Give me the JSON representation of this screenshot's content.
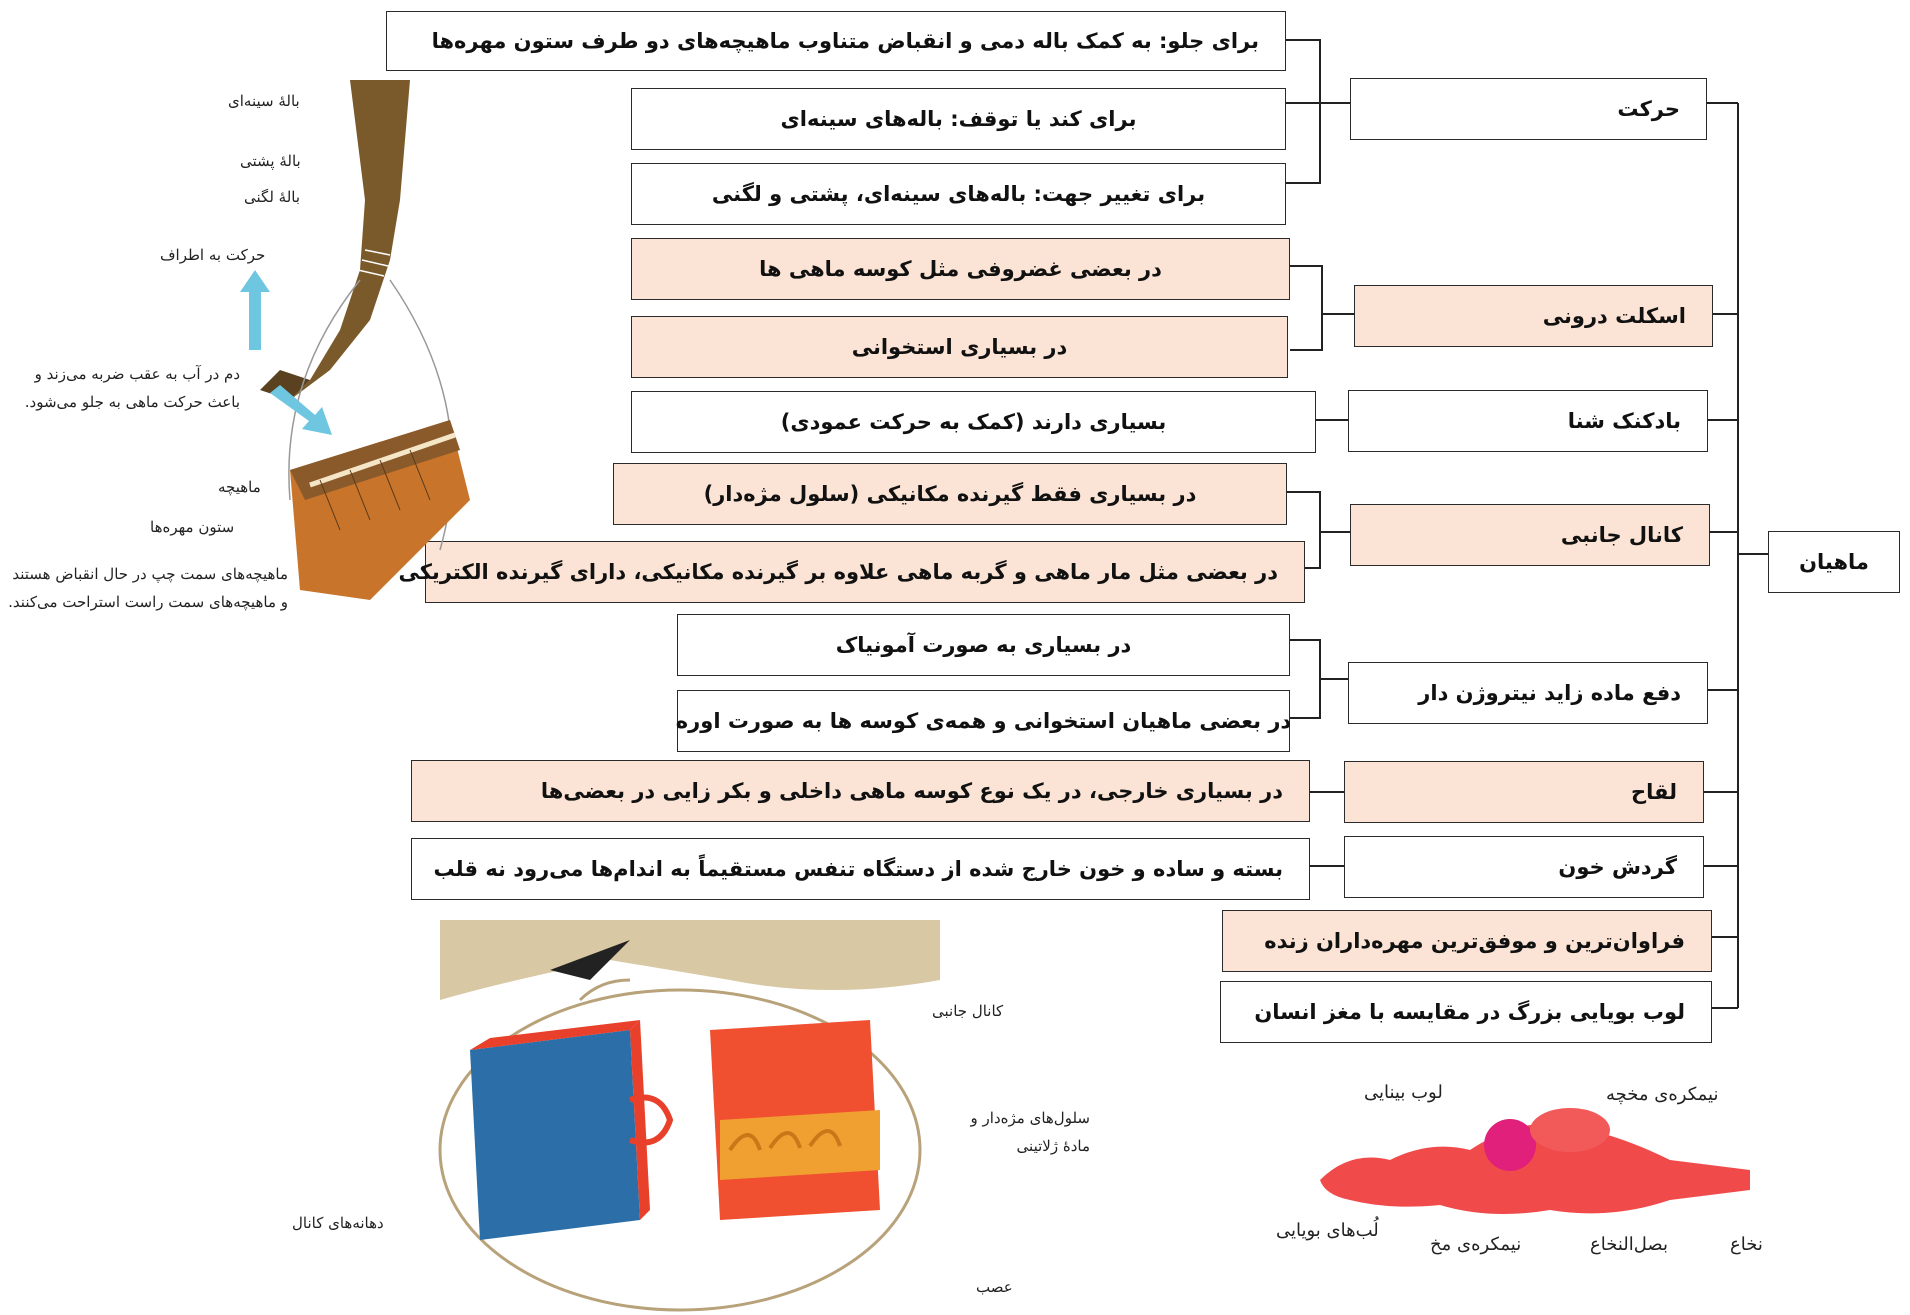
{
  "root": "ماهیان",
  "categories": {
    "movement": "حرکت",
    "skeleton": "اسکلت درونی",
    "swim_bladder": "بادکنک شنا",
    "lateral_line": "کانال جانبی",
    "nitrogen": "دفع ماده زاید نیتروژن دار",
    "fertilization": "لقاح",
    "circulation": "گردش خون",
    "abundant": "فراوان‌ترین و موفق‌ترین مهره‌داران زنده",
    "olfactory": "لوب بویایی بزرگ در مقایسه با مغز انسان"
  },
  "details": {
    "move_forward": "برای جلو: به کمک باله دمی و انقباض متناوب ماهیچه‌های دو طرف ستون مهره‌ها",
    "move_slow": "برای کند یا توقف: باله‌های سینه‌ای",
    "move_turn": "برای تغییر جهت: باله‌های سینه‌ای، پشتی و لگنی",
    "skel_cartilage": "در بعضی غضروفی  مثل کوسه ماهی ها",
    "skel_bone": "در بسیاری استخوانی",
    "bladder": "بسیاری دارند (کمک به حرکت عمودی)",
    "lateral_mech": "در بسیاری فقط گیرنده مکانیکی (سلول مژه‌دار)",
    "lateral_elec": "در بعضی مثل مار ماهی و گربه ماهی علاوه بر گیرنده مکانیکی، دارای گیرنده الکتریکی است",
    "n_ammonia": "در بسیاری به صورت آمونیاک",
    "n_urea": "در بعضی ماهیان استخوانی و  همه‌ی کوسه ها به صورت اوره",
    "fert": "در بسیاری خارجی، در یک نوع کوسه ماهی داخلی و بکر زایی در بعضی‌ها",
    "circ": "بسته و ساده و خون خارج شده از دستگاه تنفس مستقیماً به اندام‌ها می‌رود نه قلب"
  },
  "fish_figure": {
    "pectoral_fin": "بالهٔ سینه‌ای",
    "dorsal_fin": "بالهٔ پشتی",
    "pelvic_fin": "بالهٔ لگنی",
    "side_motion": "حرکت به اطراف",
    "tail_note": "دم در آب به عقب ضربه می‌زند و باعث حرکت ماهی به جلو می‌شود.",
    "muscle": "ماهیچه",
    "spine": "ستون مهره‌ها",
    "muscle_note": "ماهیچه‌های سمت چپ در حال انقباض هستند و ماهیچه‌های سمت راست استراحت می‌کنند."
  },
  "canal_figure": {
    "canal": "کانال جانبی",
    "cells": "سلول‌های مژه‌دار و مادهٔ ژلاتینی",
    "openings": "دهانه‌های کانال",
    "nerve": "عصب"
  },
  "brain_figure": {
    "optic": "لوب بینایی",
    "cerebellum": "نیمکره‌ی مخچه",
    "olfactory": "لُب‌های بویایی",
    "cerebrum": "نیمکره‌ی مخ",
    "medulla": "بصل‌النخاع",
    "spinal": "نخاع"
  },
  "colors": {
    "peach": "#fbe4d5",
    "border": "#2b2b2b",
    "fish": "#7a5a2a",
    "arrow": "#6ec6e0",
    "brain": "#f04a4a"
  }
}
